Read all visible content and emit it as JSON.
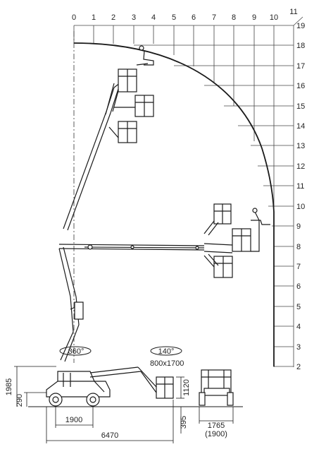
{
  "grid": {
    "top_ticks": [
      "0",
      "1",
      "2",
      "3",
      "4",
      "5",
      "6",
      "7",
      "8",
      "9",
      "10",
      "11"
    ],
    "right_ticks": [
      "19",
      "18",
      "17",
      "16",
      "15",
      "14",
      "13",
      "12",
      "11",
      "10",
      "9",
      "8",
      "7",
      "6",
      "5",
      "4",
      "3",
      "2"
    ]
  },
  "labels": {
    "rotation_turret": "360°",
    "rotation_jib": "140°",
    "platform_size": "800x1700"
  },
  "dimensions": {
    "overall_height": "1985",
    "ground_clearance": "290",
    "wheelbase": "1900",
    "overall_length": "6470",
    "platform_height": "1120",
    "platform_floor": "395",
    "width": "1765",
    "width_alt": "(1900)"
  }
}
